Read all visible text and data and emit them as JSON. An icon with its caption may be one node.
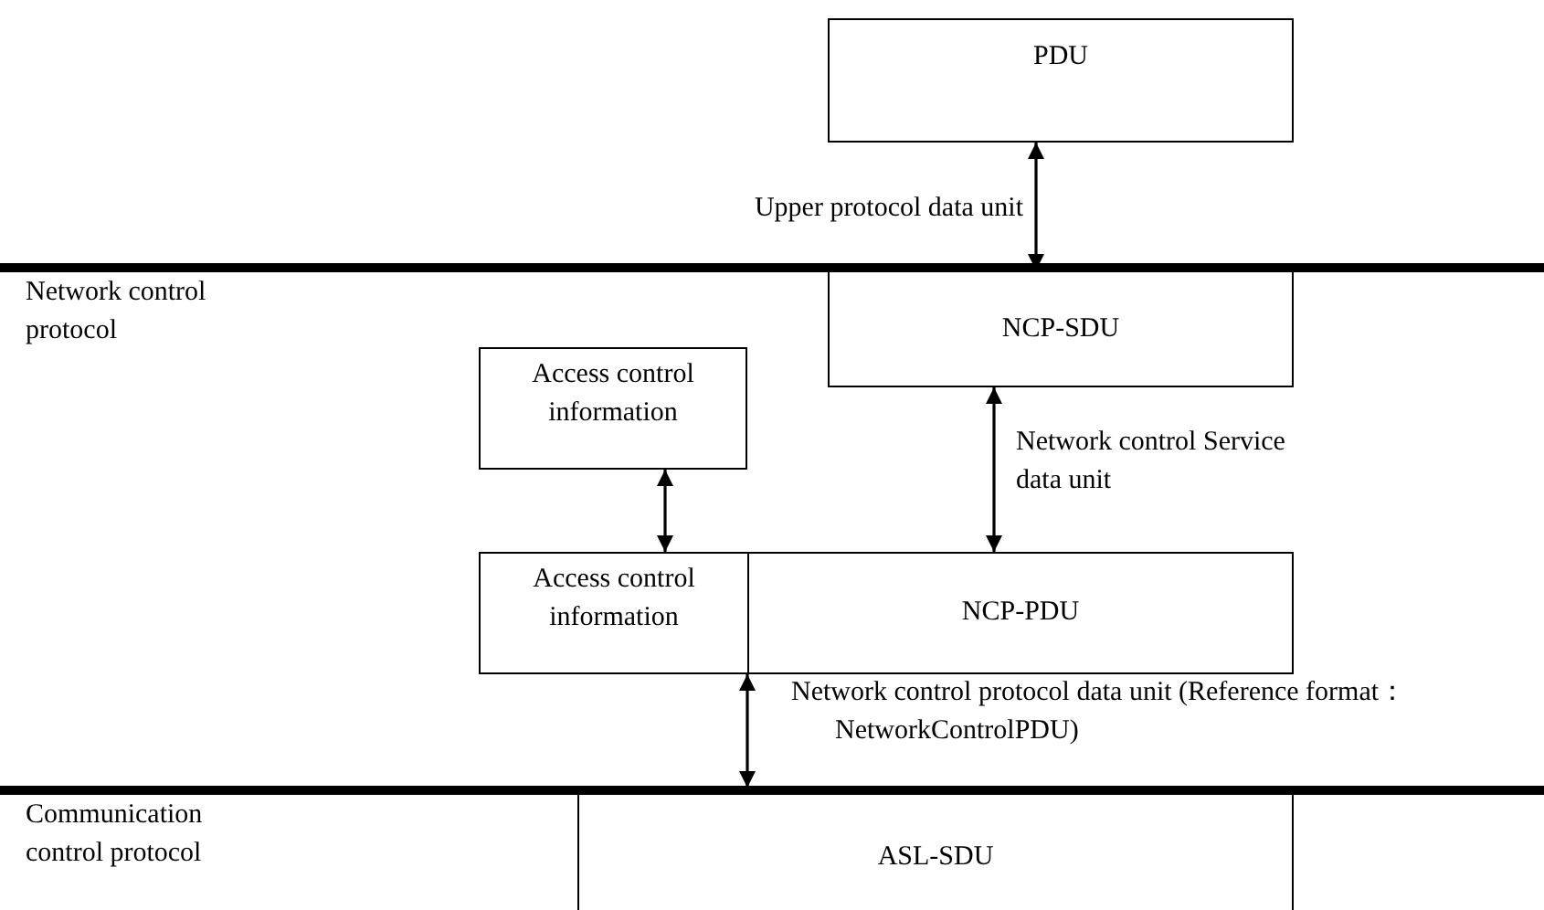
{
  "diagram": {
    "nodes": [
      {
        "text": [
          "PDU"
        ]
      },
      {
        "text": [
          "NCP-SDU"
        ]
      },
      {
        "text": [
          "Access control information"
        ]
      },
      {
        "text": [
          "Access control information"
        ]
      },
      {
        "text": [
          "NCP-PDU"
        ]
      },
      {
        "text": [
          "ASL-SDU"
        ]
      }
    ],
    "edges": [
      {
        "from": 0,
        "to": 1,
        "arrow": "both",
        "label": "Upper protocol data unit"
      },
      {
        "from": 1,
        "to": 4,
        "arrow": "both",
        "label": "Network control Service data unit"
      },
      {
        "from": 2,
        "to": 3,
        "arrow": "both"
      },
      {
        "from": 4,
        "to": 5,
        "arrow": "both",
        "label": "Network control protocol data unit (Reference format：NetworkControlPDU)"
      }
    ],
    "labels": [
      "Network control protocol",
      "Communication control protocol"
    ]
  }
}
